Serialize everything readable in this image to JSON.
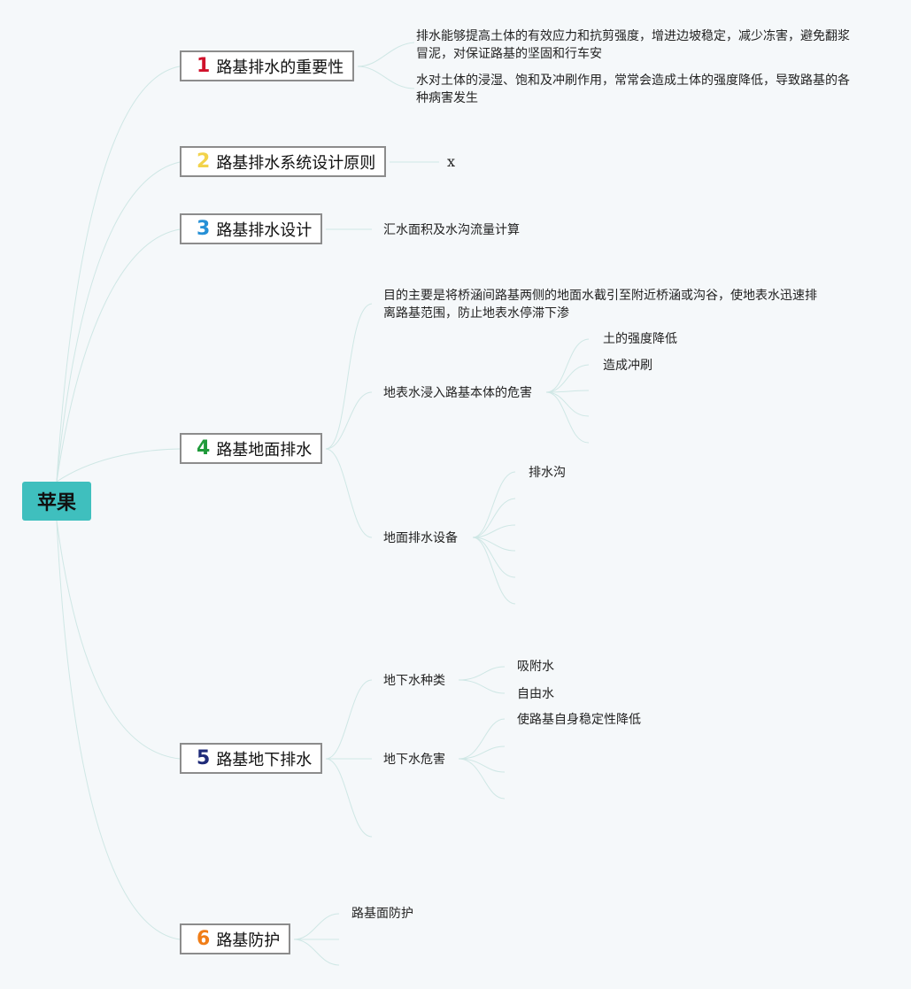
{
  "root": {
    "label": "苹果",
    "color": "#3fbfbe"
  },
  "sections": [
    {
      "num": "1",
      "num_color": "#d0112b",
      "title": "路基排水的重要性",
      "details": [
        "排水能够提高土体的有效应力和抗剪强度，增进边坡稳定，减少冻害，避免翻浆冒泥，对保证路基的坚固和行车安",
        "水对土体的浸湿、饱和及冲刷作用，常常会造成土体的强度降低，导致路基的各种病害发生"
      ]
    },
    {
      "num": "2",
      "num_color": "#f2d34b",
      "title": "路基排水系统设计原则",
      "details": [
        "x"
      ]
    },
    {
      "num": "3",
      "num_color": "#2690d6",
      "title": "路基排水设计",
      "details": [
        "汇水面积及水沟流量计算"
      ]
    },
    {
      "num": "4",
      "num_color": "#1f9a3a",
      "title": "路基地面排水",
      "details": [
        "目的主要是将桥涵间路基两侧的地面水截引至附近桥涵或沟谷，使地表水迅速排离路基范围，防止地表水停滞下渗",
        "地表水浸入路基本体的危害",
        "地面排水设备"
      ],
      "surface_hazards": [
        "土的强度降低",
        "造成冲刷"
      ],
      "drainage_equipment": [
        "排水沟"
      ]
    },
    {
      "num": "5",
      "num_color": "#1e2a78",
      "title": "路基地下排水",
      "details": [
        "地下水种类",
        "地下水危害"
      ],
      "groundwater_types": [
        "吸附水",
        "自由水"
      ],
      "groundwater_hazards": [
        "使路基自身稳定性降低"
      ]
    },
    {
      "num": "6",
      "num_color": "#f07d17",
      "title": "路基防护",
      "details": [
        "路基面防护"
      ]
    }
  ],
  "colors": {
    "background": "#f5f8fa",
    "connector": "#cfe7e5",
    "node_border": "#8c8c8c"
  }
}
